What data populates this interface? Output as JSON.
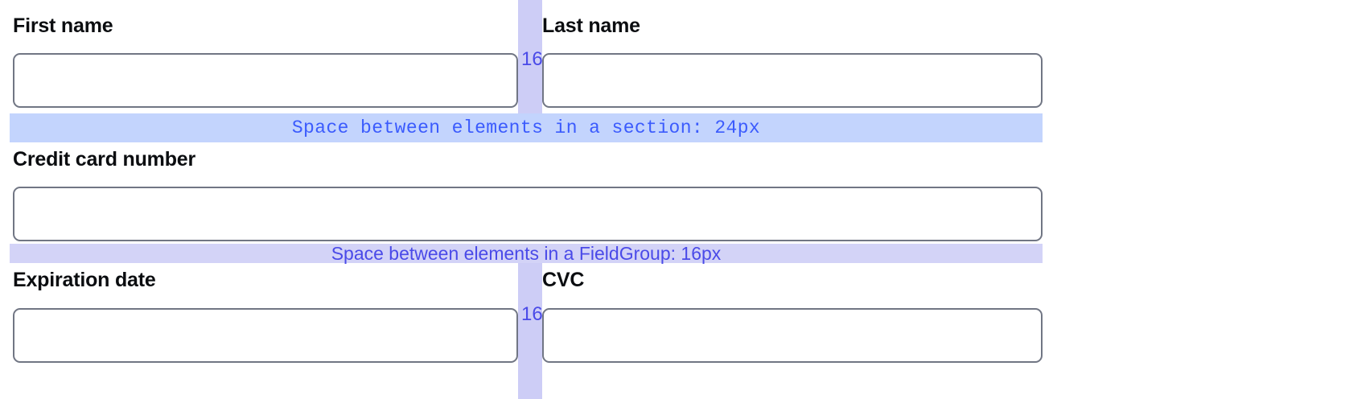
{
  "diagram": {
    "title": "Form spacing annotation",
    "colors": {
      "section_band_bg": "#c3d4fd",
      "section_band_text": "#3b5bfd",
      "fieldgroup_band_bg": "#d3d3f7",
      "fieldgroup_band_text": "#4a4ae8",
      "gap_strip_bg": "#cdcdf6",
      "gap_label_text": "#4a4ae8",
      "input_border": "#717684",
      "label_text": "#0b0d10",
      "page_bg": "#ffffff"
    }
  },
  "form": {
    "fields": [
      {
        "id": "first-name",
        "label": "First name",
        "value": "",
        "placeholder": ""
      },
      {
        "id": "last-name",
        "label": "Last name",
        "value": "",
        "placeholder": ""
      },
      {
        "id": "credit-card-number",
        "label": "Credit card number",
        "value": "",
        "placeholder": ""
      },
      {
        "id": "expiration-date",
        "label": "Expiration date",
        "value": "",
        "placeholder": ""
      },
      {
        "id": "cvc",
        "label": "CVC",
        "value": "",
        "placeholder": ""
      }
    ]
  },
  "annotations": {
    "bands": [
      {
        "id": "section-spacing",
        "text": "Space between elements in a section: 24px"
      },
      {
        "id": "fieldgroup-spacing",
        "text": "Space between elements in a FieldGroup: 16px"
      }
    ],
    "column_gaps": [
      {
        "id": "gap-name-row",
        "label": "16"
      },
      {
        "id": "gap-card-row",
        "label": "16"
      }
    ]
  }
}
